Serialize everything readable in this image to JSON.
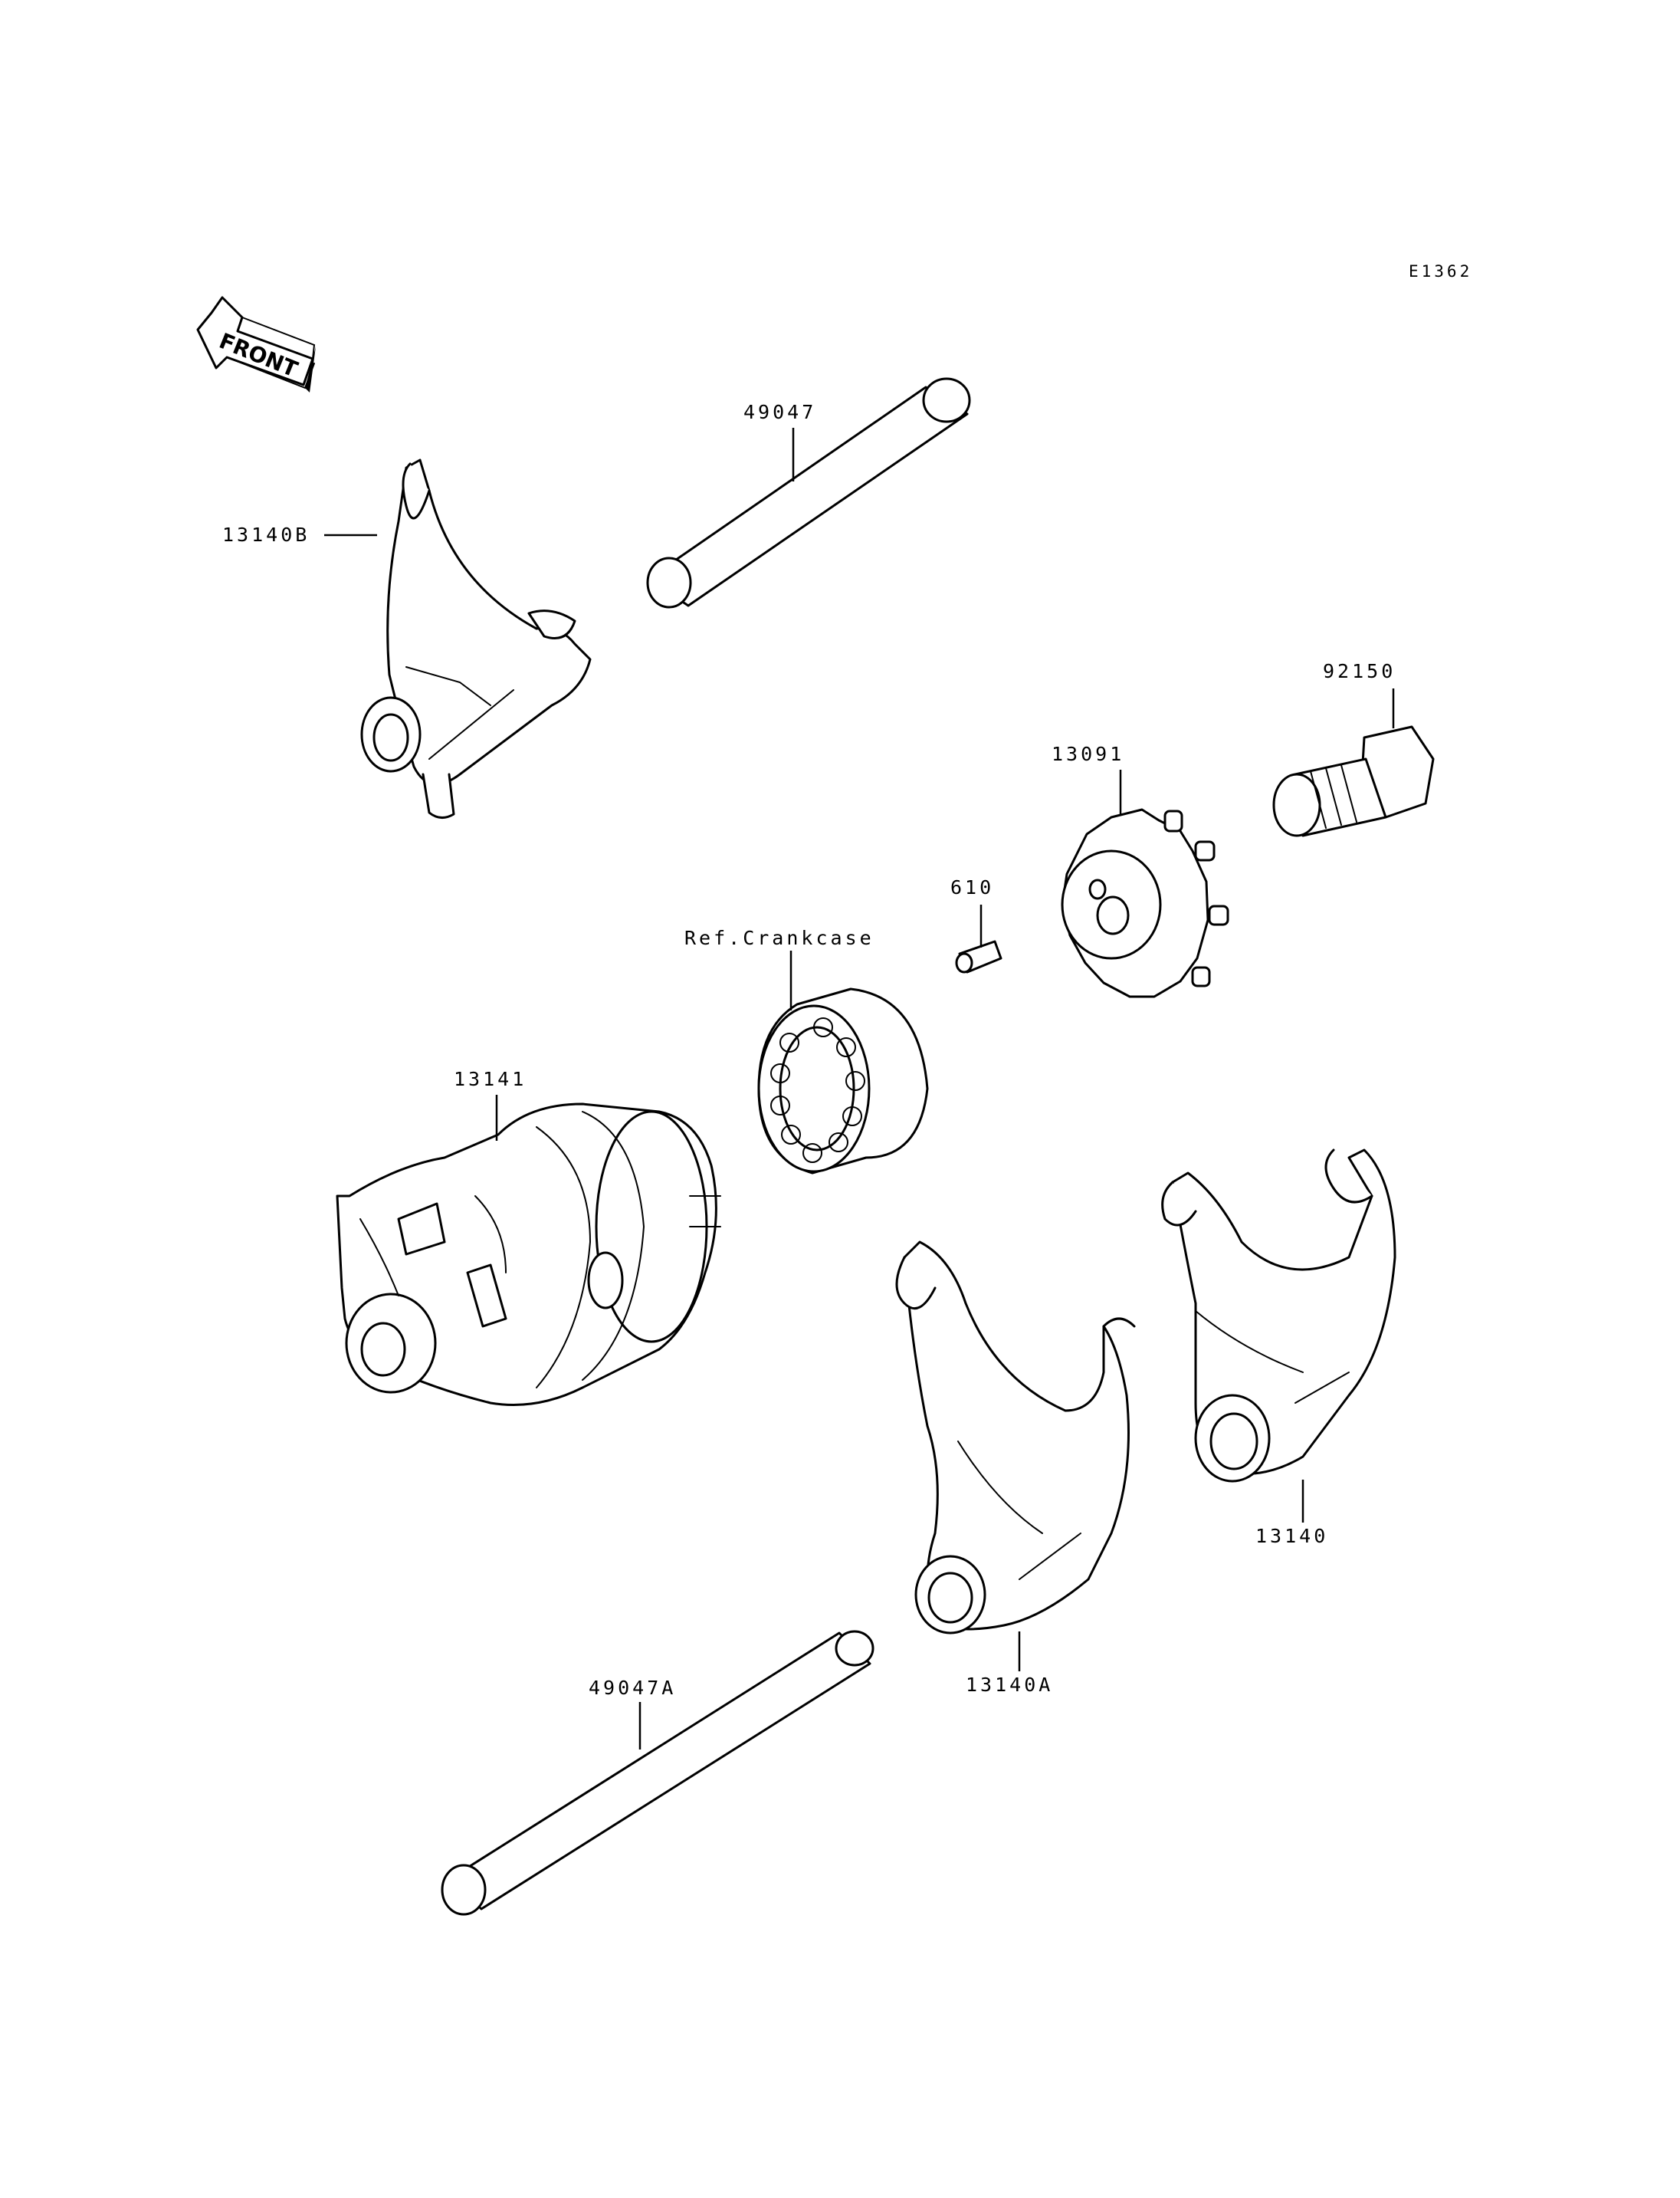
{
  "diagram_code": "E1362",
  "front_indicator": "FRONT",
  "callouts": [
    {
      "id": "c-49047",
      "label": "49047"
    },
    {
      "id": "c-13140b",
      "label": "13140B"
    },
    {
      "id": "c-92150",
      "label": "92150"
    },
    {
      "id": "c-13091",
      "label": "13091"
    },
    {
      "id": "c-610",
      "label": "610"
    },
    {
      "id": "c-crankcase",
      "label": "Ref.Crankcase"
    },
    {
      "id": "c-13141",
      "label": "13141"
    },
    {
      "id": "c-13140",
      "label": "13140"
    },
    {
      "id": "c-13140a",
      "label": "13140A"
    },
    {
      "id": "c-49047a",
      "label": "49047A"
    }
  ]
}
